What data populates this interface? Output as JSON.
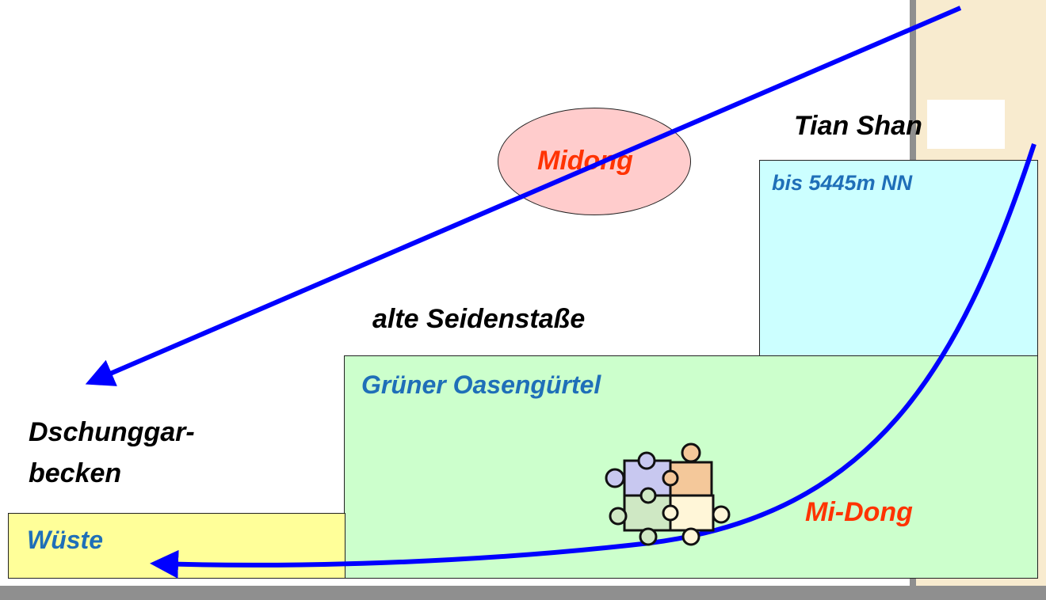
{
  "labels": {
    "tian_shan": "Tian Shan",
    "mountain_height": "bis 5445m NN",
    "silk_road": "alte Seidenstaße",
    "oasis_belt": "Grüner Oasengürtel",
    "basin": "Dschunggar-\nbecken",
    "desert": "Wüste",
    "midong_ellipse": "Midong",
    "midong_box": "Mi-Dong"
  },
  "colors": {
    "arrow_blue": "#0000ff",
    "mountain_fill": "#ccffff",
    "oasis_fill": "#ccffcc",
    "desert_fill": "#ffff99",
    "ellipse_fill": "#ffcccc",
    "panel_fill": "#f8ebcf",
    "label_blue": "#1f6fb8",
    "label_red": "#ff3300"
  },
  "icons": {
    "puzzle": "puzzle-pieces-icon"
  }
}
